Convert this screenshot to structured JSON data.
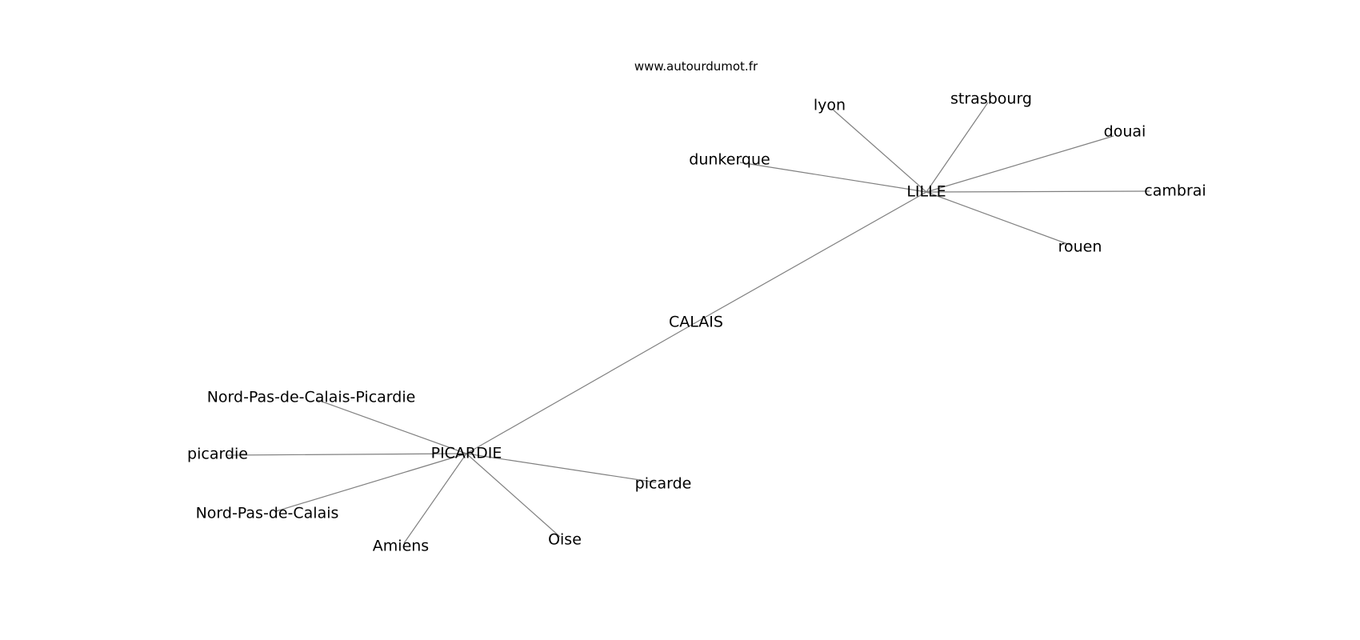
{
  "watermark": "www.autourdumot.fr",
  "graph": {
    "nodes": [
      {
        "id": "LILLE",
        "label": "LILLE"
      },
      {
        "id": "CALAIS",
        "label": "CALAIS"
      },
      {
        "id": "PICARDIE",
        "label": "PICARDIE"
      },
      {
        "id": "lyon",
        "label": "lyon"
      },
      {
        "id": "strasbourg",
        "label": "strasbourg"
      },
      {
        "id": "douai",
        "label": "douai"
      },
      {
        "id": "dunkerque",
        "label": "dunkerque"
      },
      {
        "id": "cambrai",
        "label": "cambrai"
      },
      {
        "id": "rouen",
        "label": "rouen"
      },
      {
        "id": "Nord-Pas-de-Calais-Picardie",
        "label": "Nord-Pas-de-Calais-Picardie"
      },
      {
        "id": "picardie",
        "label": "picardie"
      },
      {
        "id": "Nord-Pas-de-Calais",
        "label": "Nord-Pas-de-Calais"
      },
      {
        "id": "Amiens",
        "label": "Amiens"
      },
      {
        "id": "Oise",
        "label": "Oise"
      },
      {
        "id": "picarde",
        "label": "picarde"
      }
    ],
    "edges": [
      [
        "LILLE",
        "lyon"
      ],
      [
        "LILLE",
        "strasbourg"
      ],
      [
        "LILLE",
        "douai"
      ],
      [
        "LILLE",
        "dunkerque"
      ],
      [
        "LILLE",
        "cambrai"
      ],
      [
        "LILLE",
        "rouen"
      ],
      [
        "LILLE",
        "CALAIS"
      ],
      [
        "CALAIS",
        "PICARDIE"
      ],
      [
        "PICARDIE",
        "Nord-Pas-de-Calais-Picardie"
      ],
      [
        "PICARDIE",
        "picardie"
      ],
      [
        "PICARDIE",
        "Nord-Pas-de-Calais"
      ],
      [
        "PICARDIE",
        "Amiens"
      ],
      [
        "PICARDIE",
        "Oise"
      ],
      [
        "PICARDIE",
        "picarde"
      ]
    ]
  }
}
